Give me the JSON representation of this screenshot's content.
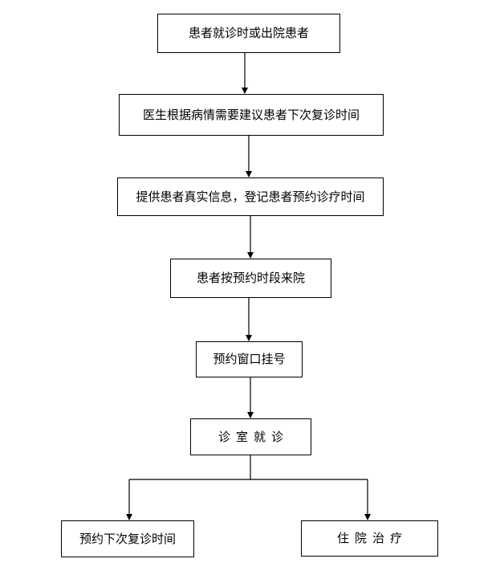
{
  "nodes": {
    "visit_or_discharge": "患者就诊时或出院患者",
    "doctor_suggest": "医生根据病情需要建议患者下次复诊时间",
    "register_info": "提供患者真实信息，登记患者预约诊疗时间",
    "arrive_by_slot": "患者按预约时段来院",
    "appointment_window": "预约窗口挂号",
    "clinic_visit": "诊室就诊",
    "next_appointment": "预约下次复诊时间",
    "hospitalization": "住院治疗"
  }
}
